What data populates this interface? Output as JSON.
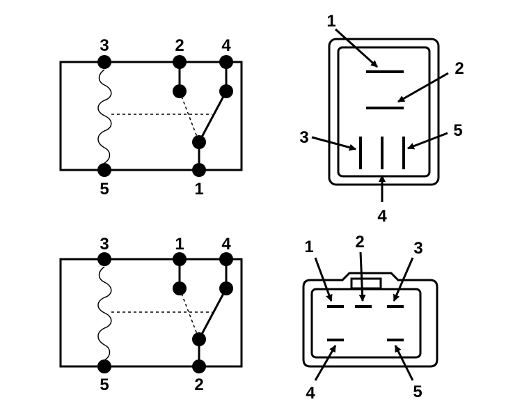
{
  "relay_top": {
    "pin_top_left": "3",
    "pin_top_mid": "2",
    "pin_top_right": "4",
    "pin_bottom_left": "5",
    "pin_bottom_mid": "1"
  },
  "relay_bottom": {
    "pin_top_left": "3",
    "pin_top_mid": "1",
    "pin_top_right": "4",
    "pin_bottom_left": "5",
    "pin_bottom_mid": "2"
  },
  "connector_top": {
    "label_1": "1",
    "label_2": "2",
    "label_3": "3",
    "label_4": "4",
    "label_5": "5"
  },
  "connector_bottom": {
    "label_1": "1",
    "label_2": "2",
    "label_3": "3",
    "label_4": "4",
    "label_5": "5"
  }
}
